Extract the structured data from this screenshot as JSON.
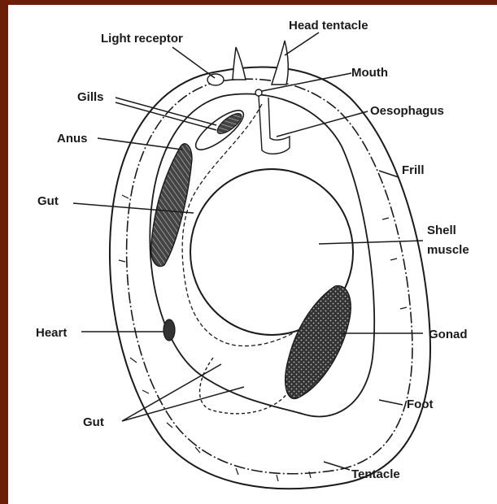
{
  "diagram": {
    "labels": {
      "light_receptor": "Light receptor",
      "head_tentacle": "Head tentacle",
      "mouth": "Mouth",
      "gills": "Gills",
      "oesophagus": "Oesophagus",
      "anus": "Anus",
      "frill": "Frill",
      "gut_upper": "Gut",
      "shell_muscle_line1": "Shell",
      "shell_muscle_line2": "muscle",
      "heart": "Heart",
      "gonad": "Gonad",
      "foot": "Foot",
      "gut_lower": "Gut",
      "tentacle": "Tentacle"
    },
    "colors": {
      "background_frame": "#6b1f08",
      "panel": "#ffffff",
      "ink": "#1a1a1a"
    }
  }
}
